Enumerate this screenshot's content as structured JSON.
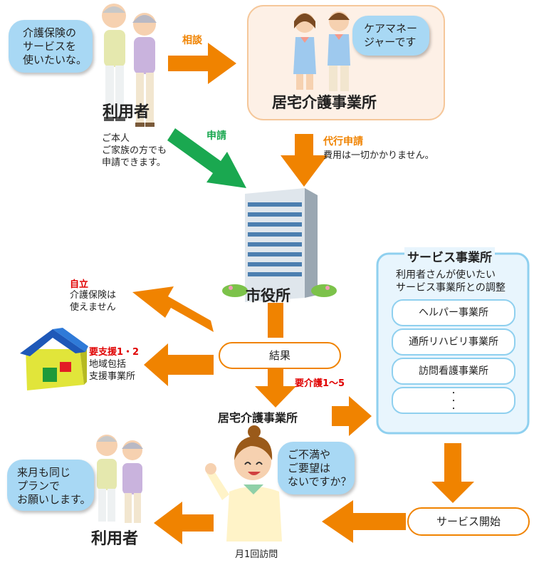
{
  "user_top": {
    "bubble_lines": [
      "介護保険の",
      "サービスを",
      "使いたいな。"
    ],
    "label": "利用者",
    "note_lines": [
      "ご本人",
      "ご家族の方でも",
      "申請できます。"
    ]
  },
  "consult_label": "相談",
  "care_office_top": {
    "bubble_lines": [
      "ケアマネー",
      "ジャーです"
    ],
    "label": "居宅介護事業所"
  },
  "apply_label": "申請",
  "proxy_apply": {
    "label": "代行申請",
    "note": "費用は一切かかりません。"
  },
  "city_hall_label": "市役所",
  "independent": {
    "label": "自立",
    "note_lines": [
      "介護保険は",
      "使えません"
    ]
  },
  "support": {
    "label": "要支援1・2",
    "note_lines": [
      "地域包括",
      "支援事業所"
    ]
  },
  "result_label": "結果",
  "care_level_label": "要介護1〜5",
  "care_office_bottom_label": "居宅介護事業所",
  "service_panel": {
    "title": "サービス事業所",
    "desc_lines": [
      "利用者さんが使いたい",
      "サービス事業所との調整"
    ],
    "items": [
      "ヘルパー事業所",
      "通所リハビリ事業所",
      "訪問看護事業所"
    ],
    "ellipsis": [
      "・",
      "・",
      "・"
    ]
  },
  "service_start_label": "サービス開始",
  "care_manager_bubble_lines": [
    "ご不満や",
    "ご要望は",
    "ないですか？"
  ],
  "monthly_visit_label": "月1回訪問",
  "user_bottom": {
    "bubble_lines": [
      "来月も同じ",
      "プランで",
      "お願いします。"
    ],
    "label": "利用者"
  },
  "colors": {
    "arrow_orange": "#f08300",
    "arrow_green": "#1aa850",
    "bubble_blue": "#a8d8f4",
    "panel_border": "#8fd0ef",
    "panel_fill": "#e8f5fd",
    "care_box_fill": "#fdf0e6",
    "care_box_border": "#f5c79a",
    "red_label": "#e00000"
  }
}
